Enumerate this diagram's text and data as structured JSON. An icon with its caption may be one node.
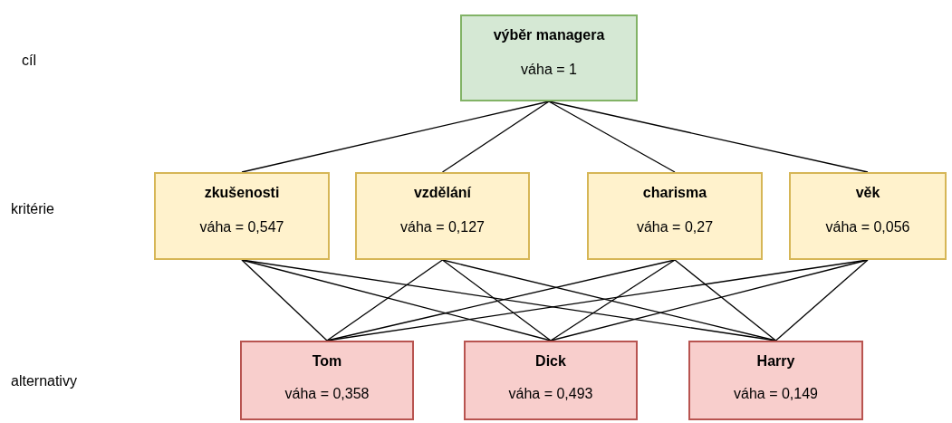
{
  "diagram": {
    "nodes": [
      {
        "text": [
          "výběr managera",
          "váha = 1"
        ]
      },
      {
        "text": [
          "zkušenosti",
          "váha = 0,547"
        ]
      },
      {
        "text": [
          "vzdělání",
          "váha = 0,127"
        ]
      },
      {
        "text": [
          "charisma",
          "váha = 0,27"
        ]
      },
      {
        "text": [
          "věk",
          "váha = 0,056"
        ]
      },
      {
        "text": [
          "Tom",
          "váha = 0,358"
        ]
      },
      {
        "text": [
          "Dick",
          "váha = 0,493"
        ]
      },
      {
        "text": [
          "Harry",
          "váha = 0,149"
        ]
      }
    ],
    "edges": [
      {
        "from": 0,
        "to": 1,
        "arrow": "none"
      },
      {
        "from": 0,
        "to": 2,
        "arrow": "none"
      },
      {
        "from": 0,
        "to": 3,
        "arrow": "none"
      },
      {
        "from": 0,
        "to": 4,
        "arrow": "none"
      },
      {
        "from": 1,
        "to": 5,
        "arrow": "none"
      },
      {
        "from": 1,
        "to": 6,
        "arrow": "none"
      },
      {
        "from": 1,
        "to": 7,
        "arrow": "none"
      },
      {
        "from": 2,
        "to": 5,
        "arrow": "none"
      },
      {
        "from": 2,
        "to": 6,
        "arrow": "none"
      },
      {
        "from": 2,
        "to": 7,
        "arrow": "none"
      },
      {
        "from": 3,
        "to": 5,
        "arrow": "none"
      },
      {
        "from": 3,
        "to": 6,
        "arrow": "none"
      },
      {
        "from": 3,
        "to": 7,
        "arrow": "none"
      },
      {
        "from": 4,
        "to": 5,
        "arrow": "none"
      },
      {
        "from": 4,
        "to": 6,
        "arrow": "none"
      },
      {
        "from": 4,
        "to": 7,
        "arrow": "none"
      }
    ],
    "labels": [
      "cíl",
      "kritérie",
      "alternativy"
    ]
  }
}
